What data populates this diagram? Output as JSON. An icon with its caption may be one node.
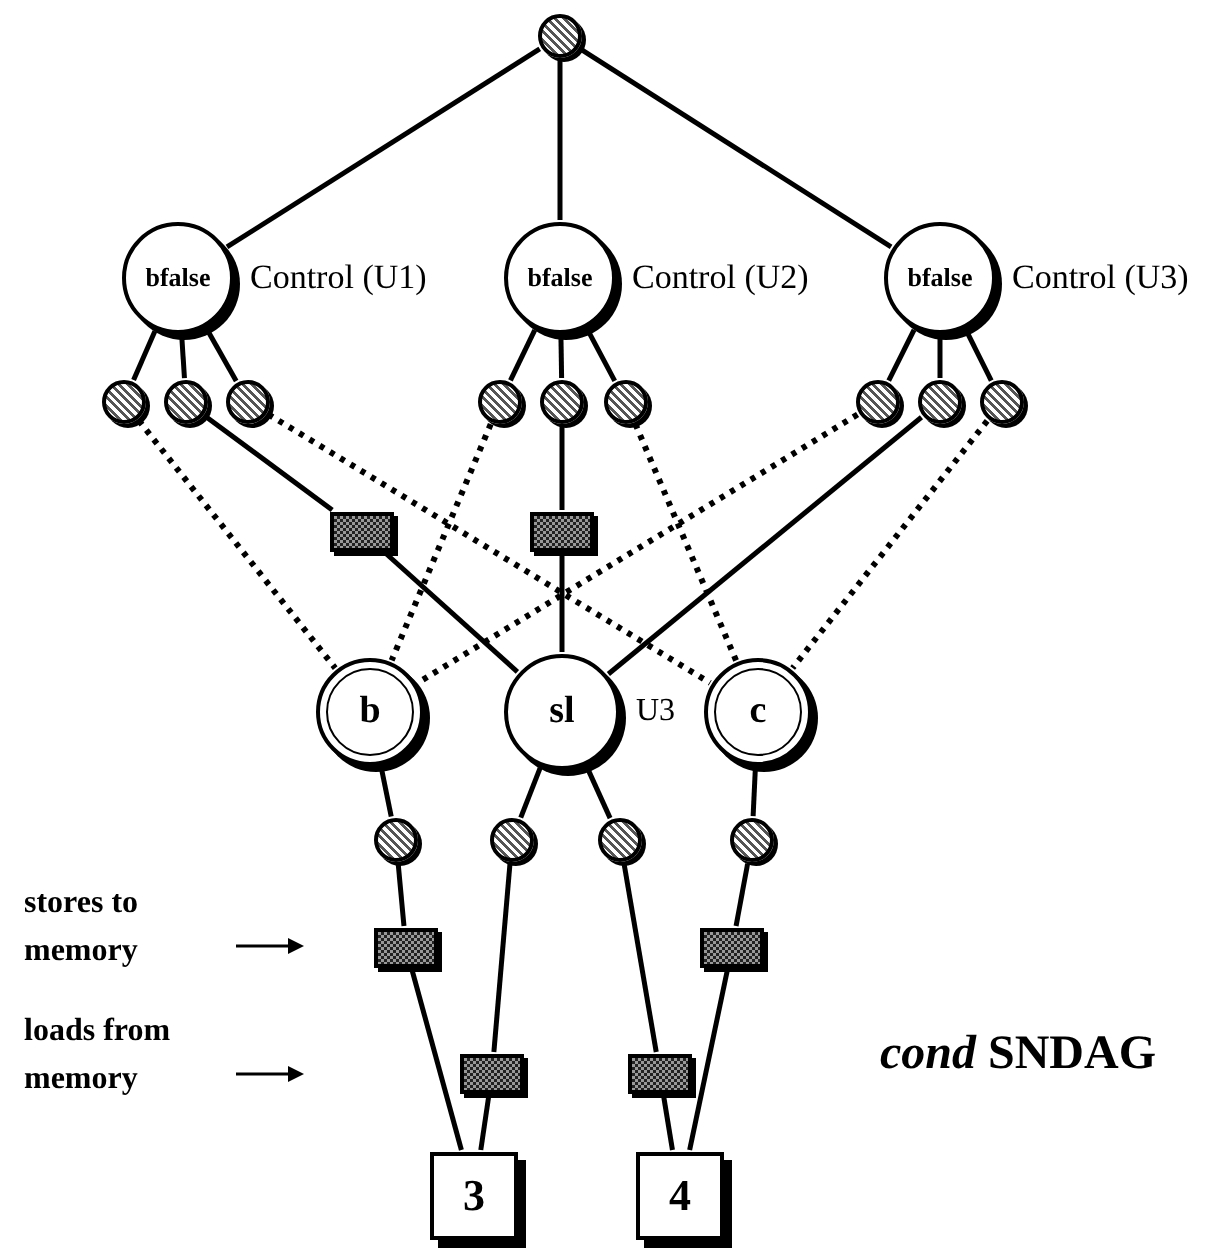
{
  "diagram": {
    "nodes": [
      {
        "text": [],
        "shape": "circle"
      },
      {
        "text": [
          "bfalse"
        ],
        "beside": [
          "Control (U1)"
        ]
      },
      {
        "text": [
          "bfalse"
        ],
        "beside": [
          "Control (U2)"
        ]
      },
      {
        "text": [
          "bfalse"
        ],
        "beside": [
          "Control (U3)"
        ]
      },
      {
        "text": [],
        "shape": "circle"
      },
      {
        "text": [],
        "shape": "circle"
      },
      {
        "text": [],
        "shape": "circle"
      },
      {
        "text": [],
        "shape": "circle"
      },
      {
        "text": [],
        "shape": "circle"
      },
      {
        "text": [],
        "shape": "circle"
      },
      {
        "text": [],
        "shape": "circle"
      },
      {
        "text": [],
        "shape": "circle"
      },
      {
        "text": [],
        "shape": "circle"
      },
      {
        "text": [],
        "shape": "box"
      },
      {
        "text": [],
        "shape": "box"
      },
      {
        "text": [
          "b"
        ]
      },
      {
        "text": [
          "sl"
        ],
        "beside": [
          "U3"
        ]
      },
      {
        "text": [
          "c"
        ]
      },
      {
        "text": [],
        "shape": "circle"
      },
      {
        "text": [],
        "shape": "circle"
      },
      {
        "text": [],
        "shape": "circle"
      },
      {
        "text": [],
        "shape": "circle"
      },
      {
        "text": [],
        "shape": "box"
      },
      {
        "text": [],
        "shape": "box"
      },
      {
        "text": [],
        "shape": "box"
      },
      {
        "text": [],
        "shape": "box"
      },
      {
        "text": [
          "3"
        ]
      },
      {
        "text": [
          "4"
        ]
      }
    ],
    "edges": [
      {
        "from": 0,
        "to": 1,
        "arrow": "none"
      },
      {
        "from": 0,
        "to": 2,
        "arrow": "none"
      },
      {
        "from": 0,
        "to": 3,
        "arrow": "none"
      },
      {
        "from": 1,
        "to": 4,
        "arrow": "none"
      },
      {
        "from": 1,
        "to": 5,
        "arrow": "none"
      },
      {
        "from": 1,
        "to": 6,
        "arrow": "none"
      },
      {
        "from": 2,
        "to": 7,
        "arrow": "none"
      },
      {
        "from": 2,
        "to": 8,
        "arrow": "none"
      },
      {
        "from": 2,
        "to": 9,
        "arrow": "none"
      },
      {
        "from": 3,
        "to": 10,
        "arrow": "none"
      },
      {
        "from": 3,
        "to": 11,
        "arrow": "none"
      },
      {
        "from": 3,
        "to": 12,
        "arrow": "none"
      },
      {
        "from": 4,
        "to": 15,
        "arrow": "none",
        "style": "dashed"
      },
      {
        "from": 5,
        "to": 13,
        "arrow": "none"
      },
      {
        "from": 13,
        "to": 16,
        "arrow": "none"
      },
      {
        "from": 6,
        "to": 17,
        "arrow": "none",
        "style": "dashed"
      },
      {
        "from": 7,
        "to": 15,
        "arrow": "none",
        "style": "dashed"
      },
      {
        "from": 8,
        "to": 14,
        "arrow": "none"
      },
      {
        "from": 14,
        "to": 16,
        "arrow": "none"
      },
      {
        "from": 9,
        "to": 17,
        "arrow": "none",
        "style": "dashed"
      },
      {
        "from": 10,
        "to": 15,
        "arrow": "none",
        "style": "dashed"
      },
      {
        "from": 11,
        "to": 16,
        "arrow": "none"
      },
      {
        "from": 12,
        "to": 17,
        "arrow": "none",
        "style": "dashed"
      },
      {
        "from": 15,
        "to": 18,
        "arrow": "none"
      },
      {
        "from": 18,
        "to": 22,
        "arrow": "none"
      },
      {
        "from": 22,
        "to": 26,
        "arrow": "none"
      },
      {
        "from": 16,
        "to": 19,
        "arrow": "none"
      },
      {
        "from": 19,
        "to": 24,
        "arrow": "none"
      },
      {
        "from": 24,
        "to": 26,
        "arrow": "none"
      },
      {
        "from": 16,
        "to": 20,
        "arrow": "none"
      },
      {
        "from": 20,
        "to": 25,
        "arrow": "none"
      },
      {
        "from": 25,
        "to": 27,
        "arrow": "none"
      },
      {
        "from": 17,
        "to": 21,
        "arrow": "none"
      },
      {
        "from": 21,
        "to": 23,
        "arrow": "none"
      },
      {
        "from": 23,
        "to": 27,
        "arrow": "none"
      }
    ],
    "labels": [
      "stores to memory",
      "loads from memory",
      "*cond* SNDAG"
    ]
  }
}
